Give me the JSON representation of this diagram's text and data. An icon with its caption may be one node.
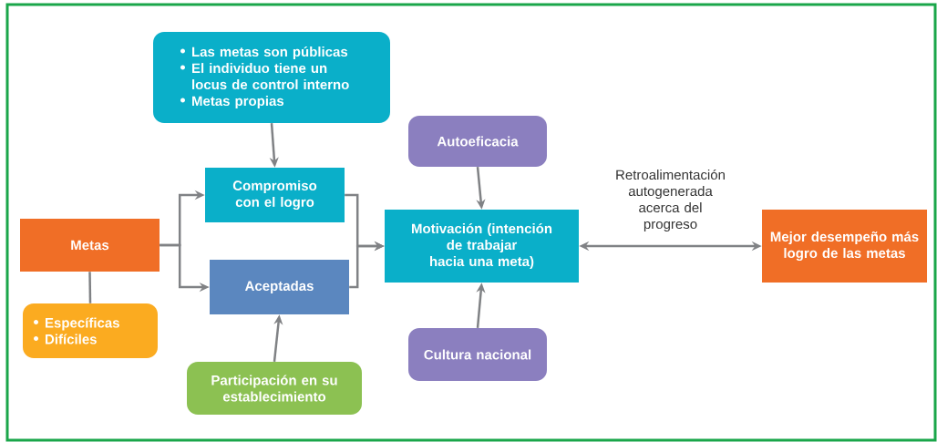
{
  "diagram": {
    "nodes": [
      {
        "text": [
          "Las metas son públicas",
          "El individuo tiene un locus de control interno",
          "Metas propias"
        ]
      },
      {
        "text": [
          "Metas"
        ]
      },
      {
        "text": [
          "Específicas",
          "Difíciles"
        ]
      },
      {
        "text": [
          "Compromiso con el logro"
        ]
      },
      {
        "text": [
          "Aceptadas"
        ]
      },
      {
        "text": [
          "Participación en su establecimiento"
        ]
      },
      {
        "text": [
          "Autoeficacia"
        ]
      },
      {
        "text": [
          "Motivación (intención de trabajar hacia una meta)"
        ]
      },
      {
        "text": [
          "Cultura nacional"
        ]
      },
      {
        "text": [
          "Mejor desempeño más logro de las metas"
        ]
      }
    ],
    "edges": [
      {
        "from": 0,
        "to": 3,
        "arrow": "to"
      },
      {
        "from": 1,
        "to": 3,
        "arrow": "to"
      },
      {
        "from": 1,
        "to": 4,
        "arrow": "to"
      },
      {
        "from": 1,
        "to": 2,
        "arrow": "none"
      },
      {
        "from": 3,
        "to": 7,
        "arrow": "to"
      },
      {
        "from": 4,
        "to": 7,
        "arrow": "to"
      },
      {
        "from": 5,
        "to": 4,
        "arrow": "to"
      },
      {
        "from": 6,
        "to": 7,
        "arrow": "to"
      },
      {
        "from": 8,
        "to": 7,
        "arrow": "to"
      },
      {
        "from": 7,
        "to": 9,
        "arrow": "both",
        "label": "Retroalimentación autogenerada acerca del progreso"
      }
    ]
  }
}
